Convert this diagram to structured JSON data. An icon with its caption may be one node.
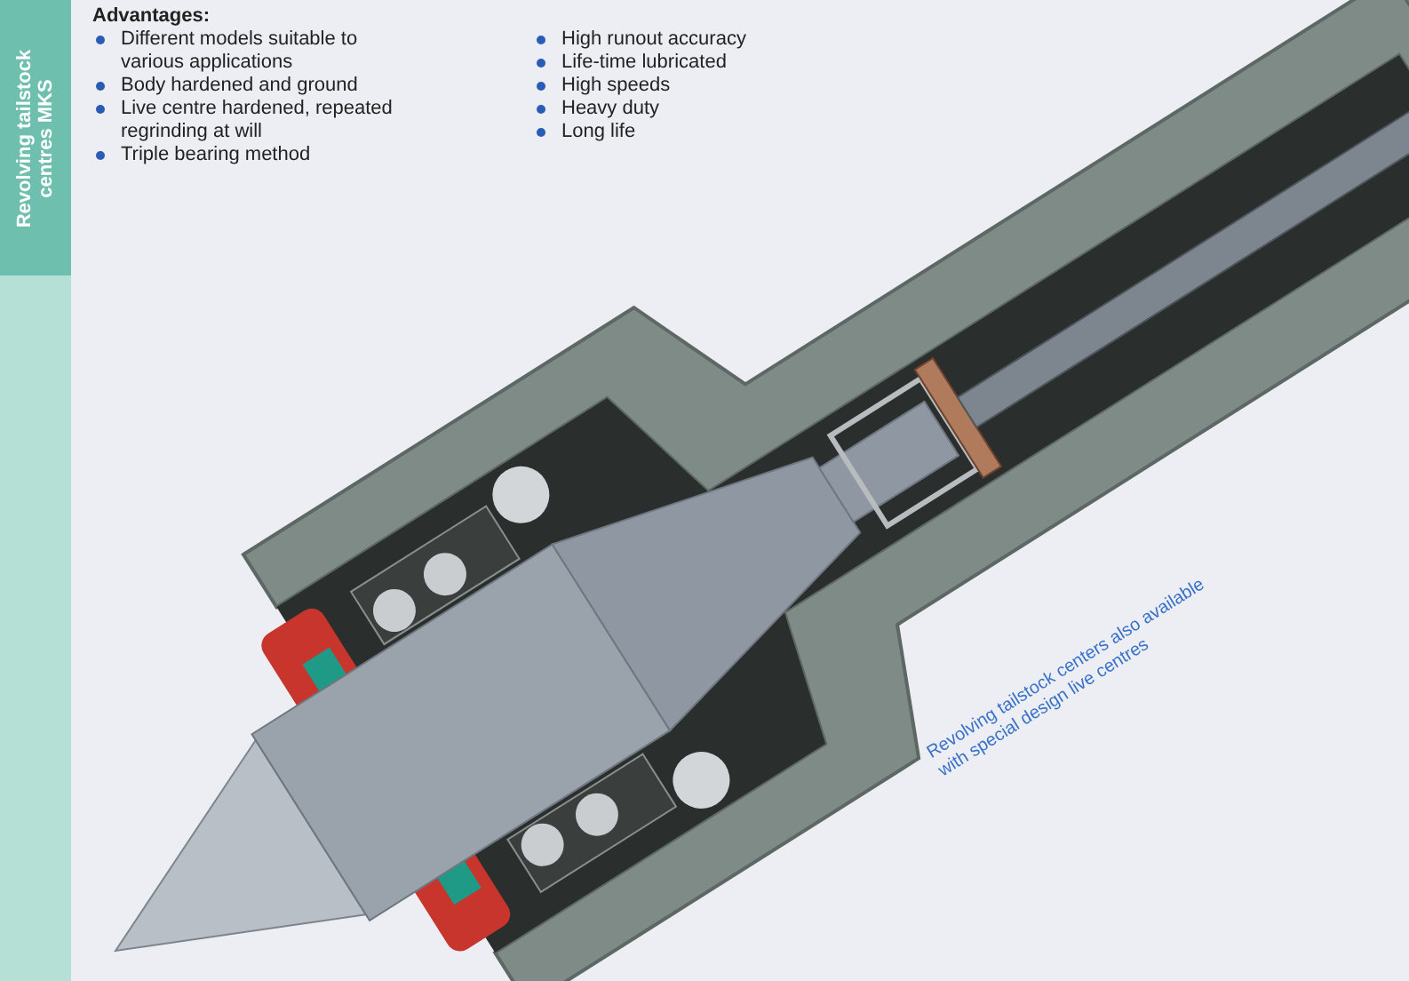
{
  "diagram": {
    "title": "Revolving tailstock centres MKS",
    "labels": [
      "Advantages:",
      "Different models suitable to various applications",
      "Body hardened and ground",
      "Live centre hardened, repeated regrinding at will",
      "Triple bearing method",
      "High runout accuracy",
      "Life-time lubricated",
      "High speeds",
      "Heavy duty",
      "Long life",
      "Revolving tailstock centers also available with special design live centres"
    ]
  }
}
